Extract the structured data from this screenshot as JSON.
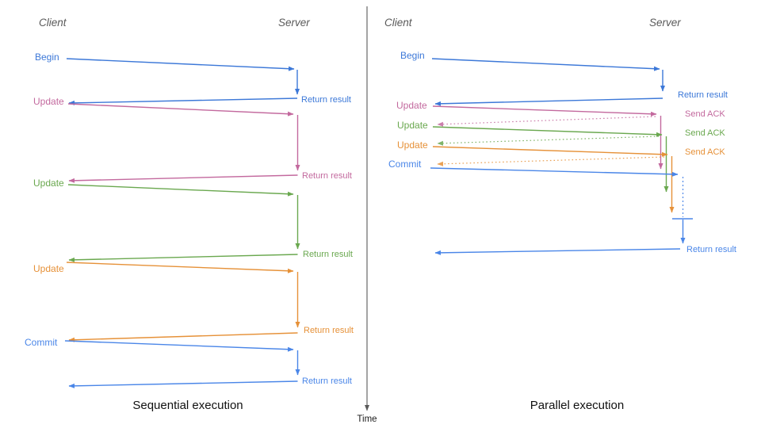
{
  "colors": {
    "blue": "#3C78D8",
    "blue_light": "#4A86E8",
    "pink": "#C3699E",
    "green": "#6AA84F",
    "orange": "#E69138",
    "axis": "#595959",
    "caption": "#111111"
  },
  "time_axis": {
    "label": "Time"
  },
  "left_panel": {
    "client_header": "Client",
    "server_header": "Server",
    "caption": "Sequential execution",
    "messages": [
      {
        "request": "Begin",
        "response": "Return result"
      },
      {
        "request": "Update",
        "response": "Return result"
      },
      {
        "request": "Update",
        "response": "Return result"
      },
      {
        "request": "Update",
        "response": "Return result"
      },
      {
        "request": "Commit",
        "response": "Return result"
      }
    ]
  },
  "right_panel": {
    "client_header": "Client",
    "server_header": "Server",
    "caption": "Parallel execution",
    "messages": [
      {
        "request": "Begin",
        "response": "Return result"
      },
      {
        "request": "Update",
        "response": "Send ACK"
      },
      {
        "request": "Update",
        "response": "Send ACK"
      },
      {
        "request": "Update",
        "response": "Send ACK"
      },
      {
        "request": "Commit",
        "response": "Return result"
      }
    ]
  }
}
